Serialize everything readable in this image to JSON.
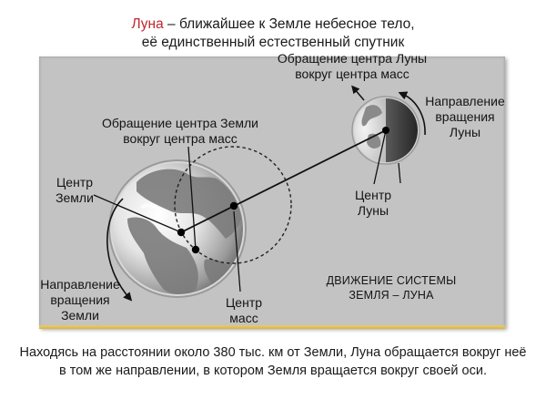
{
  "title": {
    "accent_word": "Луна",
    "line1_rest": " – ближайшее к Земле небесное тело,",
    "line2": "её единственный естественный спутник",
    "accent_color": "#c0262d"
  },
  "diagram": {
    "background_color": "#c3c3c3",
    "band_color": "#e2c25a",
    "labels": {
      "moon_orbit_line1": "Обращение центра Луны",
      "moon_orbit_line2": "вокруг центра масс",
      "earth_orbit_line1": "Обращение центра Земли",
      "earth_orbit_line2": "вокруг центра масс",
      "moon_rotation_line1": "Направление",
      "moon_rotation_line2": "вращения",
      "moon_rotation_line3": "Луны",
      "earth_center_line1": "Центр",
      "earth_center_line2": "Земли",
      "moon_center_line1": "Центр",
      "moon_center_line2": "Луны",
      "mass_center_line1": "Центр",
      "mass_center_line2": "масс",
      "earth_rotation_line1": "Направление",
      "earth_rotation_line2": "вращения",
      "earth_rotation_line3": "Земли",
      "system_title_line1": "ДВИЖЕНИЕ СИСТЕМЫ",
      "system_title_line2": "ЗЕМЛЯ – ЛУНА"
    },
    "watermark": " "
  },
  "caption": {
    "line1": "Находясь на расстоянии около 380 тыс. км от Земли, Луна обращается вокруг неё",
    "line2": "в том же направлении, в котором Земля вращается вокруг своей оси."
  }
}
